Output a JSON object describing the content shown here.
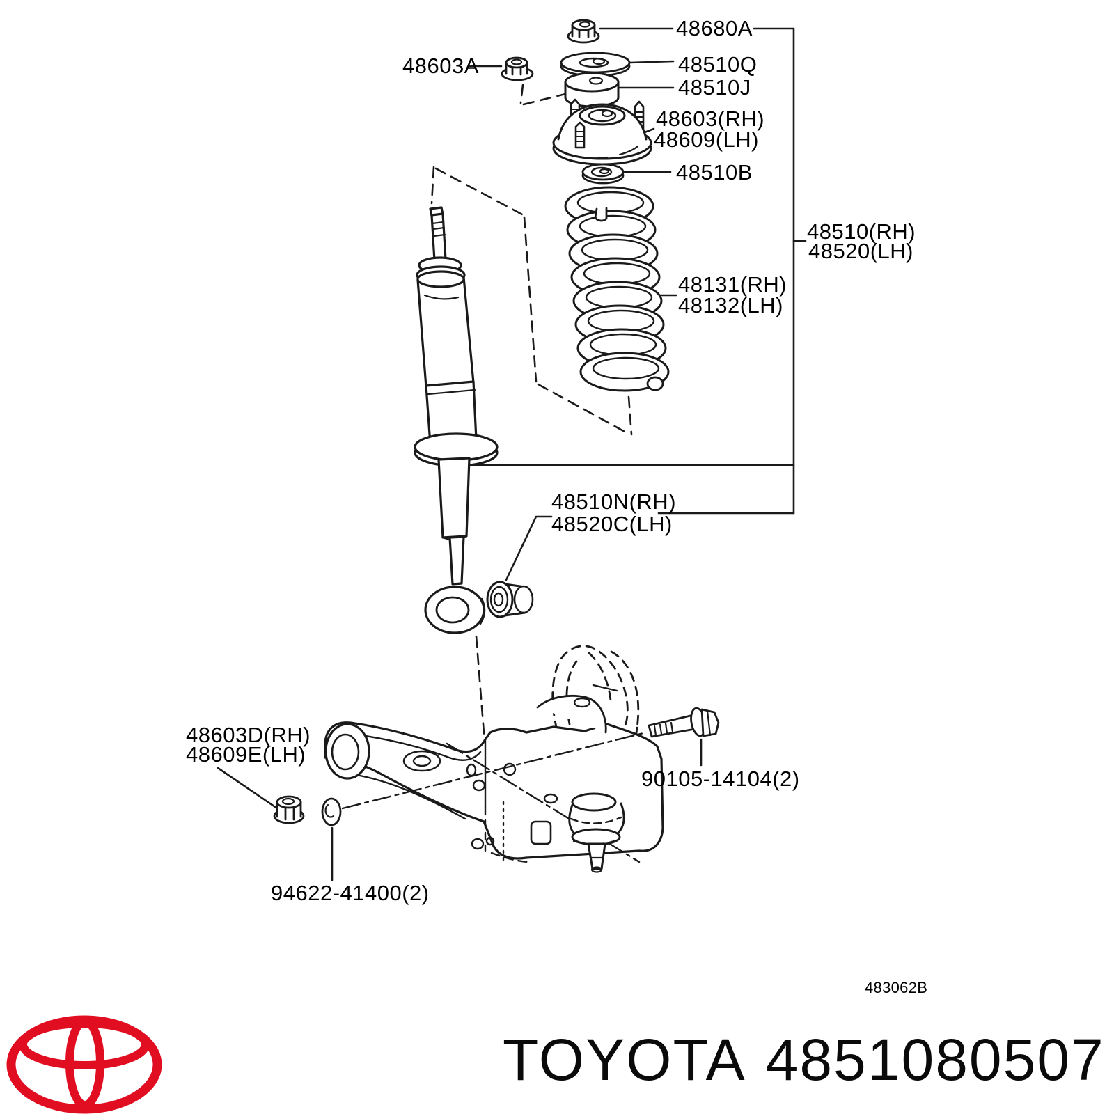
{
  "diagram": {
    "drawing_code": "483062B",
    "labels": {
      "nut_top": "48680A",
      "mount_nut": "48603A",
      "washer_q": "48510Q",
      "cushion_j": "48510J",
      "mount_rh": "48603(RH)",
      "mount_lh": "48609(LH)",
      "washer_b": "48510B",
      "assembly_rh": "48510(RH)",
      "assembly_lh": "48520(LH)",
      "spring_rh": "48131(RH)",
      "spring_lh": "48132(LH)",
      "absorber_rh": "48510N(RH)",
      "absorber_lh": "48520C(LH)",
      "arm_nut_rh": "48603D(RH)",
      "arm_nut_lh": "48609E(LH)",
      "arm_washer": "94622-41400(2)",
      "arm_bolt": "90105-14104(2)"
    },
    "footer": {
      "brand": "TOYOTA",
      "part_number": "4851080507"
    },
    "icons": {
      "logo": "toyota-logo"
    },
    "colors": {
      "line": "#1a1a1a",
      "text": "#000000",
      "logo_red": "#e10e21",
      "background": "#ffffff"
    }
  }
}
